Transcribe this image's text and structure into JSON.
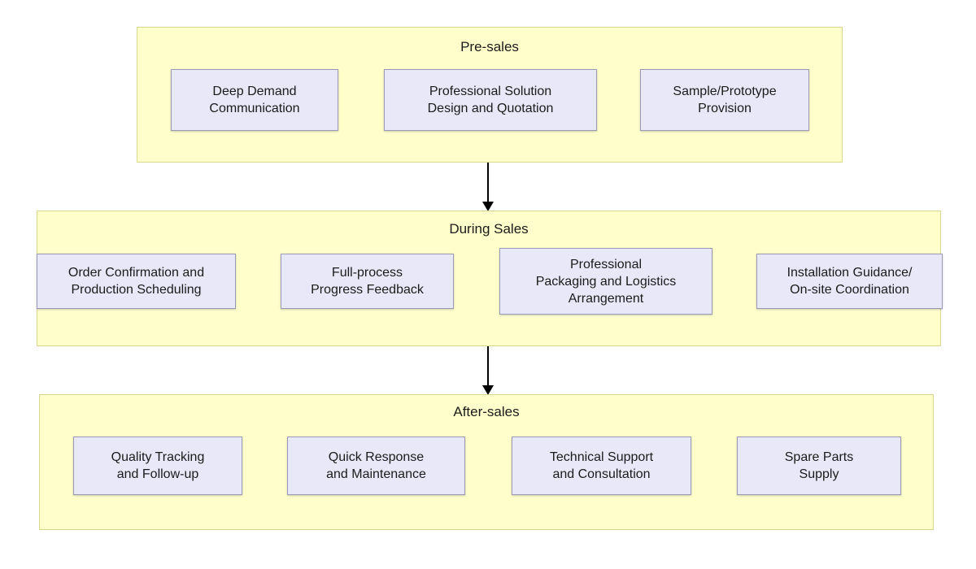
{
  "diagram": {
    "type": "flowchart",
    "orientation": "vertical",
    "colors": {
      "stage_fill": "#ffffcc",
      "stage_border": "#d6d68f",
      "task_fill": "#e8e8f8",
      "task_border": "#9a9ab4",
      "text": "#1b1b1b",
      "arrow": "#000000",
      "page_background": "#ffffff"
    },
    "stages": [
      {
        "id": "pre-sales",
        "title": "Pre-sales",
        "tasks": [
          {
            "label": "Deep Demand\nCommunication"
          },
          {
            "label": "Professional Solution\nDesign and Quotation"
          },
          {
            "label": "Sample/Prototype\nProvision"
          }
        ]
      },
      {
        "id": "during-sales",
        "title": "During Sales",
        "tasks": [
          {
            "label": "Order Confirmation and\nProduction Scheduling"
          },
          {
            "label": "Full-process\nProgress Feedback"
          },
          {
            "label": "Professional\nPackaging and Logistics\nArrangement"
          },
          {
            "label": "Installation Guidance/\nOn-site Coordination"
          }
        ]
      },
      {
        "id": "after-sales",
        "title": "After-sales",
        "tasks": [
          {
            "label": "Quality Tracking\nand Follow-up"
          },
          {
            "label": "Quick Response\nand Maintenance"
          },
          {
            "label": "Technical Support\nand Consultation"
          },
          {
            "label": "Spare Parts\nSupply"
          }
        ]
      }
    ],
    "connectors": [
      {
        "id": "pre-to-during",
        "from": "pre-sales",
        "to": "during-sales",
        "direction": "down"
      },
      {
        "id": "during-to-after",
        "from": "during-sales",
        "to": "after-sales",
        "direction": "down"
      }
    ]
  }
}
